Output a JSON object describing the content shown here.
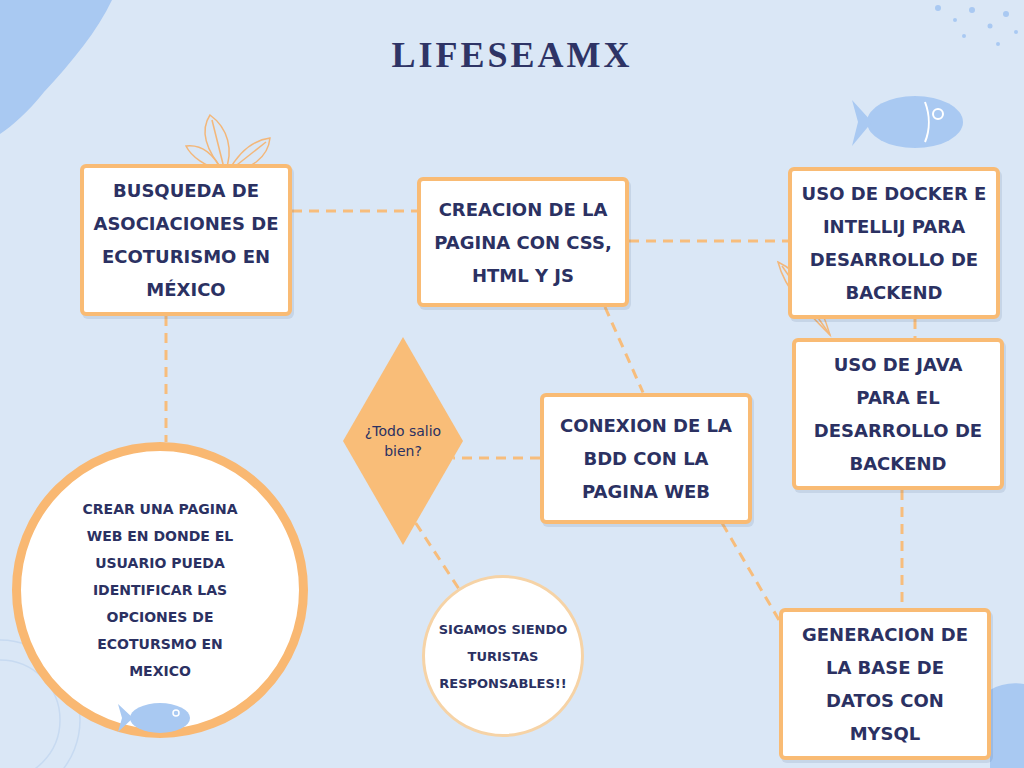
{
  "diagram": {
    "title": "LIFESEAMX",
    "nodes": [
      {
        "text": [
          "BUSQUEDA DE ASOCIACIONES DE ECOTURISMO EN MÉXICO"
        ]
      },
      {
        "text": [
          "CREACION DE LA PAGINA CON CSS, HTML Y JS"
        ]
      },
      {
        "text": [
          "USO DE DOCKER E INTELLIJ PARA DESARROLLO DE BACKEND"
        ]
      },
      {
        "text": [
          "USO DE JAVA PARA EL DESARROLLO DE BACKEND"
        ]
      },
      {
        "text": [
          "¿Todo salio bien?"
        ]
      },
      {
        "text": [
          "CONEXION DE LA BDD CON LA PAGINA WEB"
        ]
      },
      {
        "text": [
          "CREAR UNA PAGINA WEB EN DONDE EL USUARIO PUEDA IDENTIFICAR LAS OPCIONES DE ECOTURSMO EN MEXICO"
        ]
      },
      {
        "text": [
          "SIGAMOS SIENDO TURISTAS RESPONSABLES!!"
        ]
      },
      {
        "text": [
          "GENERACION DE LA BASE DE DATOS CON MYSQL"
        ]
      }
    ],
    "edges": [
      {
        "from": 0,
        "to": 1,
        "arrow": "none"
      },
      {
        "from": 1,
        "to": 2,
        "arrow": "none"
      },
      {
        "from": 2,
        "to": 3,
        "arrow": "none"
      },
      {
        "from": 3,
        "to": 8,
        "arrow": "none"
      },
      {
        "from": 8,
        "to": 5,
        "arrow": "none"
      },
      {
        "from": 1,
        "to": 5,
        "arrow": "none"
      },
      {
        "from": 5,
        "to": 4,
        "arrow": "none"
      },
      {
        "from": 4,
        "to": 7,
        "arrow": "none"
      },
      {
        "from": 0,
        "to": 6,
        "arrow": "none"
      }
    ]
  }
}
